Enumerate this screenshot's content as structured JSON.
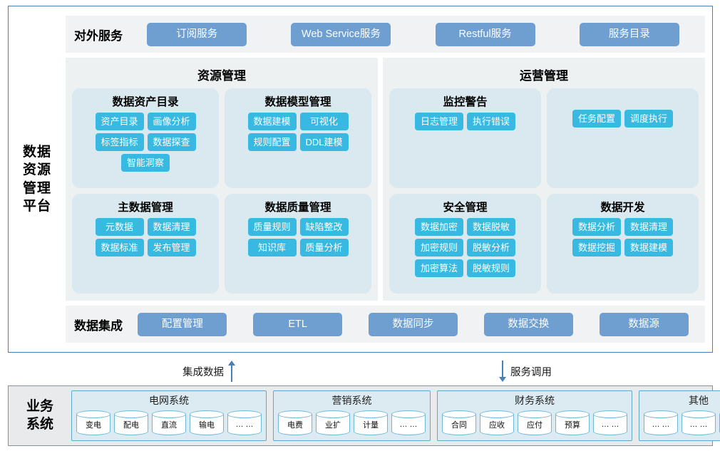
{
  "platform": {
    "title_lines": [
      "数据",
      "资源",
      "管理",
      "平台"
    ],
    "title_full": "数据资源管理平台"
  },
  "external_service_band": {
    "label": "对外服务",
    "items": [
      {
        "label": "订阅服务"
      },
      {
        "label": "Web Service服务"
      },
      {
        "label": "Restful服务"
      },
      {
        "label": "服务目录"
      }
    ]
  },
  "data_integration_band": {
    "label": "数据集成",
    "items": [
      {
        "label": "配置管理"
      },
      {
        "label": "ETL"
      },
      {
        "label": "数据同步"
      },
      {
        "label": "数据交换"
      },
      {
        "label": "数据源"
      }
    ]
  },
  "panels": [
    {
      "title": "资源管理",
      "groups": [
        {
          "title": "数据资产目录",
          "two_column": true,
          "tags": [
            "资产目录",
            "画像分析",
            "标签指标",
            "数据探查",
            "智能洞察"
          ]
        },
        {
          "title": "数据模型管理",
          "two_column": true,
          "tags": [
            "数据建模",
            "可视化",
            "规则配置",
            "DDL建模"
          ]
        },
        {
          "title": "主数据管理",
          "two_column": true,
          "tags": [
            "元数据",
            "数据清理",
            "数据标准",
            "发布管理"
          ]
        },
        {
          "title": "数据质量管理",
          "two_column": true,
          "tags": [
            "质量规则",
            "缺陷整改",
            "知识库",
            "质量分析"
          ]
        }
      ]
    },
    {
      "title": "运营管理",
      "groups": [
        {
          "title": "监控警告",
          "two_column": true,
          "tags": [
            "日志管理",
            "执行错误"
          ]
        },
        {
          "title": "",
          "two_column": true,
          "tags": [
            "任务配置",
            "调度执行"
          ]
        },
        {
          "title": "安全管理",
          "two_column": true,
          "tags": [
            "数据加密",
            "数据脱敏",
            "加密规则",
            "脱敏分析",
            "加密算法",
            "脱敏规则"
          ]
        },
        {
          "title": "数据开发",
          "two_column": true,
          "tags": [
            "数据分析",
            "数据清理",
            "数据挖掘",
            "数据建模"
          ]
        }
      ]
    }
  ],
  "flows": [
    {
      "label": "集成数据",
      "direction": "up"
    },
    {
      "label": "服务调用",
      "direction": "down"
    }
  ],
  "business": {
    "title_lines": [
      "业务",
      "系统"
    ],
    "title_full": "业务系统",
    "groups": [
      {
        "title": "电网系统",
        "nodes": [
          "变电",
          "配电",
          "直流",
          "输电",
          "… …"
        ]
      },
      {
        "title": "营销系统",
        "nodes": [
          "电费",
          "业扩",
          "计量",
          "… …"
        ]
      },
      {
        "title": "财务系统",
        "nodes": [
          "合同",
          "应收",
          "应付",
          "预算",
          "… …"
        ]
      },
      {
        "title": "其他",
        "nodes": [
          "… …",
          "… …",
          "… …"
        ]
      }
    ]
  },
  "colors": {
    "frame_border": "#4a7ebb",
    "band_bg": "#f0f2f3",
    "panel_bg": "#eef1f2",
    "group_bg": "#d9e9ef",
    "tag_blue": "#37b9e2",
    "service_blue": "#6f9fd0",
    "biz_frame_border": "#8a9099",
    "biz_frame_bg": "#e9eaeb",
    "biz_group_bg": "#dcebf2",
    "biz_group_border": "#5fa8c7"
  }
}
